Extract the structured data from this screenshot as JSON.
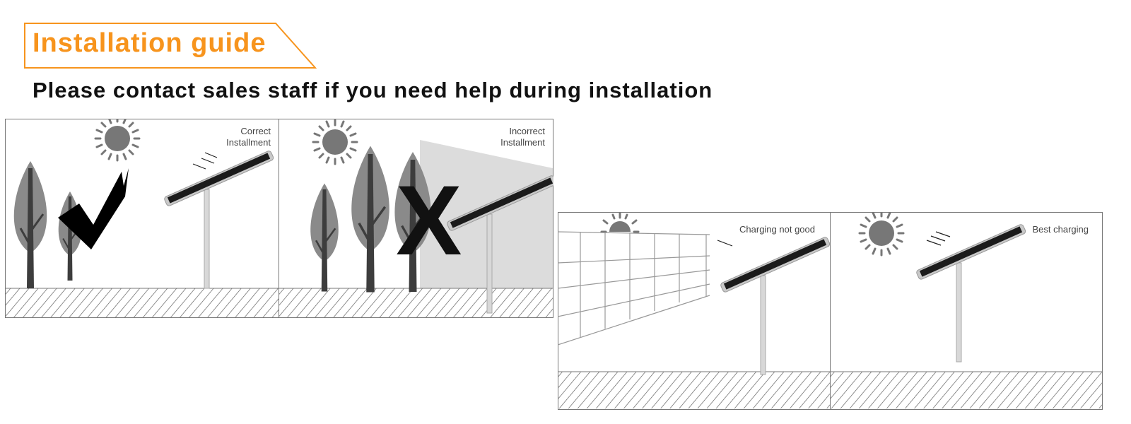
{
  "header": {
    "title": "Installation guide",
    "subtitle": "Please contact sales staff if you need help during installation",
    "accent_color": "#f7941d"
  },
  "panels": [
    {
      "id": "correct",
      "label_line1": "Correct",
      "label_line2": "Installment",
      "mark": "checkmark"
    },
    {
      "id": "incorrect",
      "label_line1": "Incorrect",
      "label_line2": "Installment",
      "mark": "x-mark"
    },
    {
      "id": "not-good",
      "label_line1": "Charging not good"
    },
    {
      "id": "best",
      "label_line1": "Best charging"
    }
  ]
}
